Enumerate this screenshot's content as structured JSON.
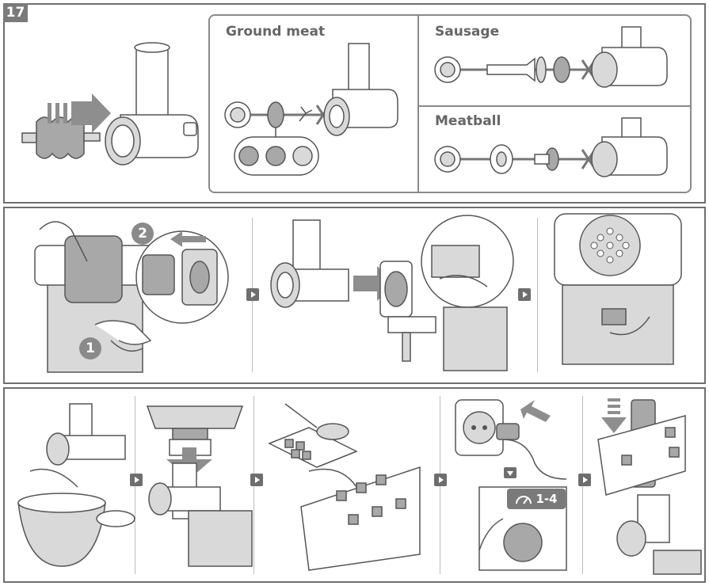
{
  "step": {
    "number": "17"
  },
  "options": {
    "ground_meat": {
      "title": "Ground meat"
    },
    "sausage": {
      "title": "Sausage"
    },
    "meatball": {
      "title": "Meatball"
    }
  },
  "badges": {
    "step_one": "1",
    "step_two": "2"
  },
  "speed": {
    "label": "1-4",
    "icon": "speed-dial-icon"
  },
  "colors": {
    "frame": "#6e6e6e",
    "badge": "#7a7a7a",
    "illustration": "#d9d9d9"
  }
}
